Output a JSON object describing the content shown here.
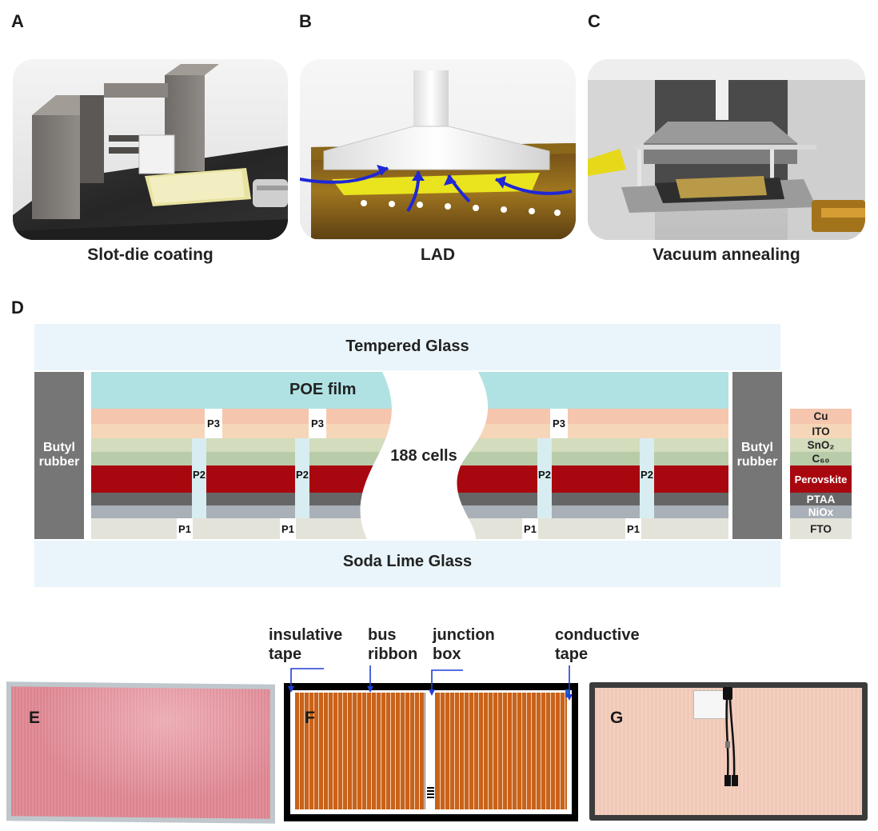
{
  "panels": {
    "a": {
      "letter": "A",
      "caption": "Slot-die coating"
    },
    "b": {
      "letter": "B",
      "caption": "LAD"
    },
    "c": {
      "letter": "C",
      "caption": "Vacuum annealing"
    },
    "d": {
      "letter": "D"
    },
    "e": {
      "letter": "E"
    },
    "f": {
      "letter": "F"
    },
    "g": {
      "letter": "G"
    }
  },
  "stack": {
    "top_glass": "Tempered Glass",
    "bottom_glass": "Soda Lime Glass",
    "encapsulant": "POE film",
    "edge_seal_left": "Butyl rubber",
    "edge_seal_right": "Butyl rubber",
    "cells": "188 cells",
    "scribes": {
      "p1": "P1",
      "p2": "P2",
      "p3": "P3"
    },
    "layers": [
      {
        "name": "Cu",
        "color": "#f5c5ad"
      },
      {
        "name": "ITO",
        "color": "#f6d6b8"
      },
      {
        "name": "SnO₂",
        "color": "#d3dcbd"
      },
      {
        "name": "C₆₀",
        "color": "#b9ccaa"
      },
      {
        "name": "Perovskite",
        "color": "#a8070f"
      },
      {
        "name": "PTAA",
        "color": "#666666"
      },
      {
        "name": "NiOx",
        "color": "#aab0b8"
      },
      {
        "name": "FTO",
        "color": "#e3e3da"
      }
    ],
    "colors": {
      "glass": "#e9f5fa",
      "poe": "#b0e2e3",
      "butyl": "#767676"
    }
  },
  "module_labels": {
    "insulative_tape": "insulative tape",
    "bus_ribbon": "bus ribbon",
    "junction_box": "junction box",
    "conductive_tape": "conductive tape"
  }
}
